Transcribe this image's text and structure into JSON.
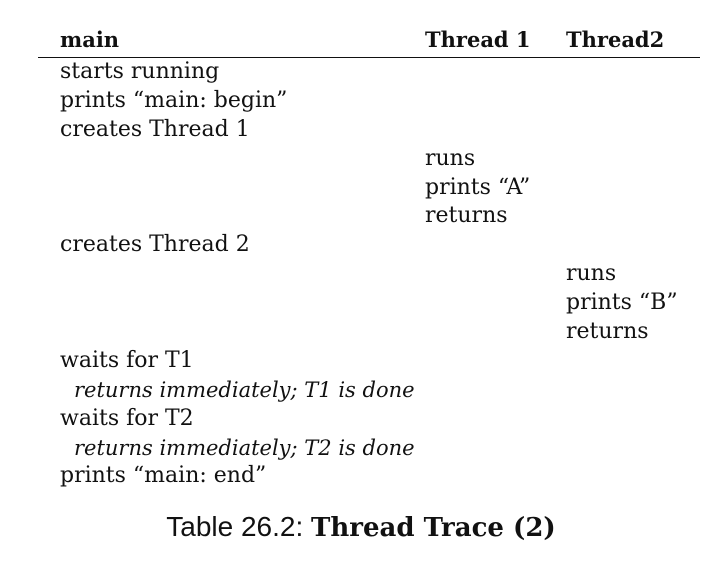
{
  "table": {
    "headers": {
      "main": "main",
      "thread1": "Thread 1",
      "thread2": "Thread2"
    },
    "rows": [
      {
        "col": "main",
        "text": "starts running"
      },
      {
        "col": "main",
        "text": "prints “main: begin”"
      },
      {
        "col": "main",
        "text": "creates Thread 1"
      },
      {
        "col": "thread1",
        "text": "runs"
      },
      {
        "col": "thread1",
        "text": "prints “A”"
      },
      {
        "col": "thread1",
        "text": "returns"
      },
      {
        "col": "main",
        "text": "creates Thread 2"
      },
      {
        "col": "thread2",
        "text": "runs"
      },
      {
        "col": "thread2",
        "text": "prints “B”"
      },
      {
        "col": "thread2",
        "text": "returns"
      },
      {
        "col": "main",
        "text": "waits for T1"
      },
      {
        "col": "main-italic",
        "text": "returns immediately; T1 is done"
      },
      {
        "col": "main",
        "text": "waits for T2"
      },
      {
        "col": "main-italic",
        "text": "returns immediately; T2 is done"
      },
      {
        "col": "main",
        "text": "prints “main: end”"
      }
    ]
  },
  "caption": {
    "label": "Table 26.2:",
    "title": "Thread Trace (2)"
  }
}
